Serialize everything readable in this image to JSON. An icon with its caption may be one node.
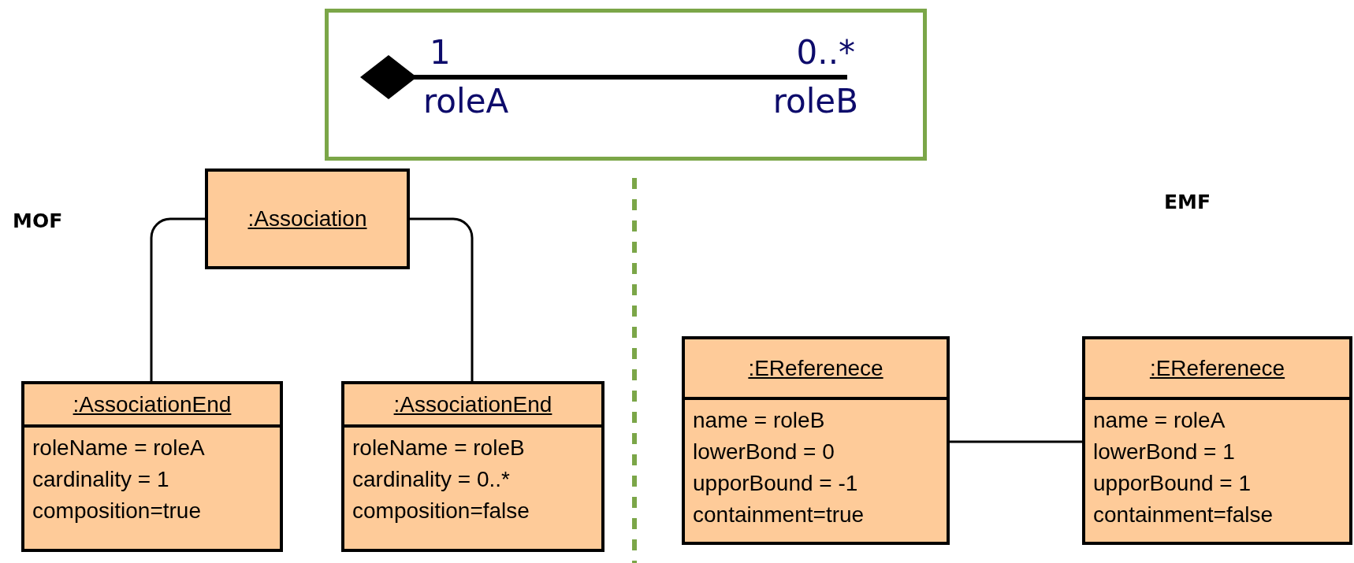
{
  "diagram": {
    "nodes": [
      {
        "text": [
          "1",
          "0..*",
          "roleA",
          "roleB"
        ]
      },
      {
        "text": [
          ":Association"
        ]
      },
      {
        "text": [
          ":AssociationEnd",
          "roleName = roleA",
          "cardinality = 1",
          "composition=true"
        ]
      },
      {
        "text": [
          ":AssociationEnd",
          "roleName = roleB",
          "cardinality = 0..*",
          "composition=false"
        ]
      },
      {
        "text": [
          ":EReferenece",
          "name = roleB",
          "lowerBond = 0",
          "upporBound = -1",
          "containment=true"
        ]
      },
      {
        "text": [
          ":EReferenece",
          "name = roleA",
          "lowerBond = 1",
          "upporBound = 1",
          "containment=false"
        ]
      }
    ],
    "edges": [
      {
        "from": 1,
        "to": 2,
        "arrow": "none"
      },
      {
        "from": 1,
        "to": 3,
        "arrow": "none"
      },
      {
        "from": 4,
        "to": 5,
        "arrow": "none"
      }
    ],
    "labels": [
      "MOF",
      "EMF"
    ]
  }
}
